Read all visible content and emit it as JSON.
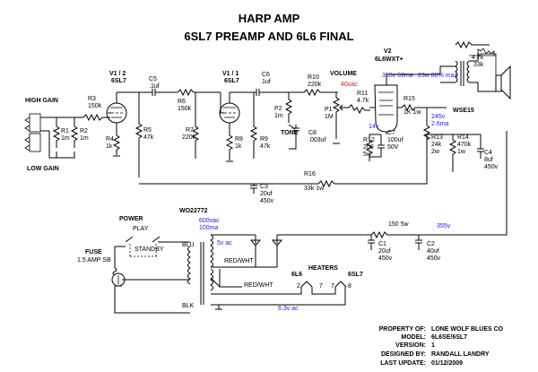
{
  "title": {
    "line1": "HARP AMP",
    "line2": "6SL7 PREAMP AND 6L6 FINAL"
  },
  "inputs": {
    "high": "HIGH GAIN",
    "low": "LOW  GAIN"
  },
  "tubes": {
    "v1a_name": "V1 / 2",
    "v1a_type": "6SL7",
    "v1b_name": "V1 / 1",
    "v1b_type": "6SL7",
    "v2_name": "V2",
    "v2_type": "6L6WXT+"
  },
  "components": {
    "r1": "R1",
    "r1v": "1m",
    "r2": "R2",
    "r2v": "1m",
    "r3": "R3",
    "r3v": "150k",
    "r4": "R4",
    "r4v": "1k",
    "r5": "R5",
    "r5v": "47k",
    "r6": "R6",
    "r6v": "150k",
    "r7": "R7",
    "r7v": "220k",
    "r8": "R8",
    "r8v": "1k",
    "r9": "R9",
    "r9v": "47k",
    "r10": "R10",
    "r10v": "220k",
    "r11": "R11",
    "r11v": "4.7k",
    "r12": "R12",
    "r12v": "200",
    "r12w": "5w",
    "r13": "R13",
    "r13v": "24k",
    "r13w": "2w",
    "r14": "R14",
    "r14v": "470k",
    "r14w": "1w",
    "r15": "R15",
    "r15v": "1K 1w",
    "r16": "R16",
    "r16v": "33k 1w",
    "r_out": "4.7k",
    "r_out2": "33k",
    "r150": "150 5w",
    "c5": "C5",
    "c5v": ".1uf",
    "c6": "C6",
    "c6v": ".1uf",
    "c7": "C7",
    "c7v": "100uf",
    "c7w": "50V",
    "c8": "C8",
    "c8v": ".003uf",
    "c3": "C3",
    "c3v": "20uf",
    "c3w": "450v",
    "c4": "C4",
    "c4v": "8uf",
    "c4w": "450v",
    "c1": "C1",
    "c1v": "20uf",
    "c1w": "450v",
    "c2": "C2",
    "c2v": "40uf",
    "c2w": "450v",
    "p1": "P1",
    "p1v": "1M",
    "p2": "P2",
    "p2v": "1m",
    "volume": "VOLUME",
    "tone": "TONE",
    "wse": "WSE15",
    "transformer": "WO22772"
  },
  "voltages": {
    "v40ac": "40vac",
    "v355_69ma": "355v  69ma",
    "v23w": "23w  80% max",
    "v14": "14v",
    "v245": "245v",
    "v26ma": "2.6ma",
    "v600": "600vac",
    "v100ma": "100ma",
    "v5ac": "5v ac",
    "v355": "355v",
    "v63": "6.3v ac"
  },
  "power": {
    "power_label": "POWER",
    "play": "PLAY",
    "standby": "STANDBY",
    "fuse": "FUSE",
    "fuse_rating": "1.5 AMP SB",
    "blu": "BLU",
    "redwht1": "RED/WHT",
    "redwht2": "RED/WHT",
    "blk": "BLK",
    "heaters": "HEATERS",
    "h6l6": "6L6",
    "h6sl7": "6SL7",
    "pin2": "2",
    "pin7a": "7",
    "pin7b": "7",
    "pin8": "8"
  },
  "info": {
    "k_property": "PROPERTY OF:",
    "v_property": "LONE WOLF BLUES CO",
    "k_model": "MODEL:",
    "v_model": "6L6SE/6SL7",
    "k_version": "VERSION:",
    "v_version": "1",
    "k_designed": "DESIGNED BY:",
    "v_designed": "RANDALL LANDRY",
    "k_update": "LAST UPDATE:",
    "v_update": "01/12/2009"
  }
}
